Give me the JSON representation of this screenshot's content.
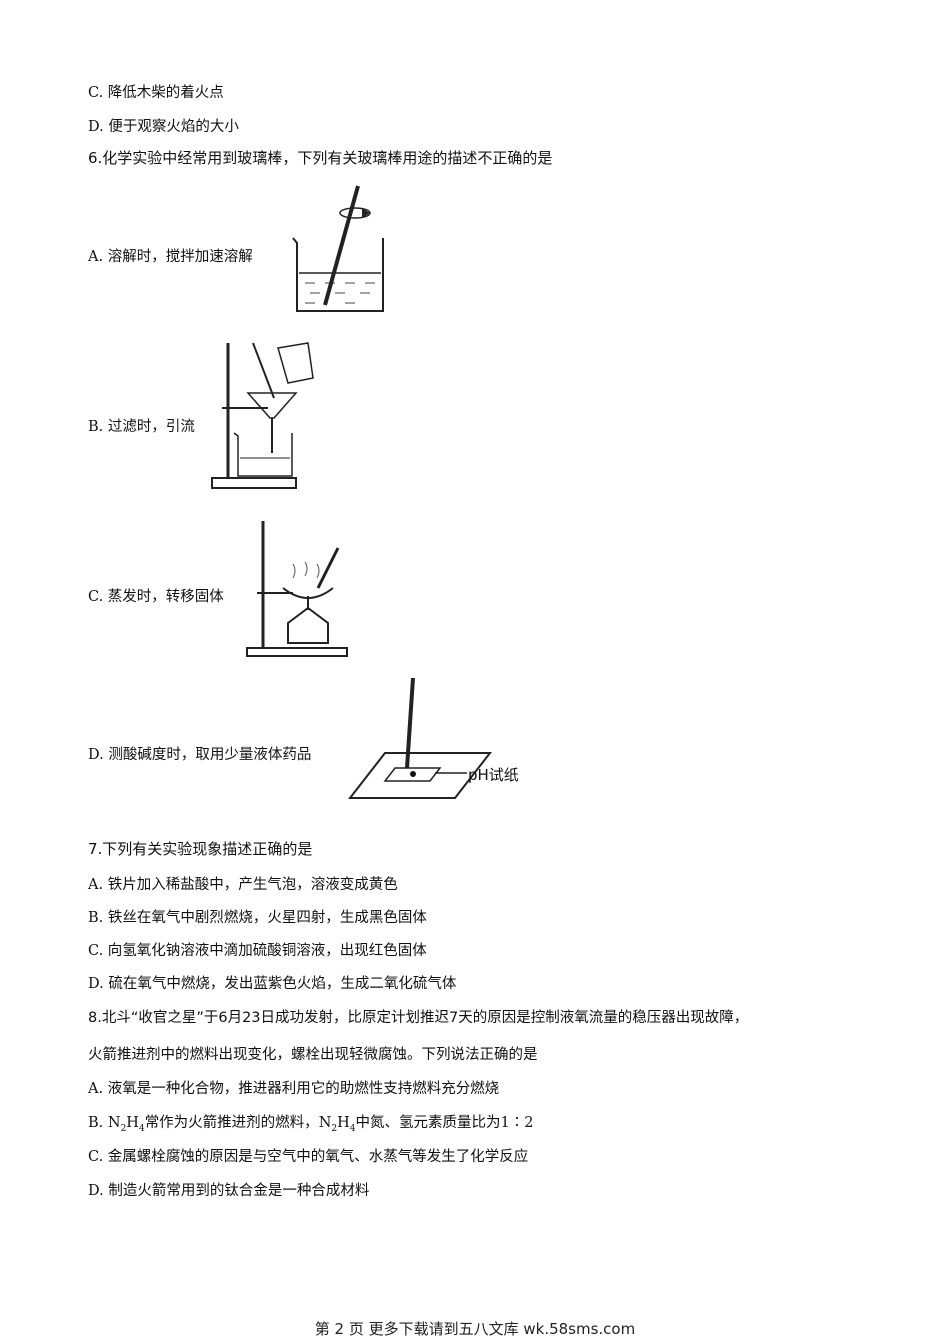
{
  "q5_options": {
    "C": "C.  降低木柴的着火点",
    "D": "D.  便于观察火焰的大小"
  },
  "q6": {
    "stem": "6.化学实验中经常用到玻璃棒，下列有关玻璃棒用途的描述不正确的是",
    "options": {
      "A": "A.  溶解时，搅拌加速溶解",
      "B": "B.  过滤时，引流",
      "C": "C.  蒸发时，转移固体",
      "D": "D.  测酸碱度时，取用少量液体药品"
    },
    "ph_label": "pH试纸"
  },
  "q7": {
    "stem": "7.下列有关实验现象描述正确的是",
    "options": {
      "A": "A.  铁片加入稀盐酸中，产生气泡，溶液变成黄色",
      "B": "B.  铁丝在氧气中剧烈燃烧，火星四射，生成黑色固体",
      "C": "C.  向氢氧化钠溶液中滴加硫酸铜溶液，出现红色固体",
      "D": "D.  硫在氧气中燃烧，发出蓝紫色火焰，生成二氧化硫气体"
    }
  },
  "q8": {
    "stem_line1": "8.北斗“收官之星”于6月23日成功发射，比原定计划推迟7天的原因是控制液氧流量的稳压器出现故障，",
    "stem_line2": "火箭推进剂中的燃料出现变化，螺栓出现轻微腐蚀。下列说法正确的是",
    "options": {
      "A": "A.  液氧是一种化合物，推进器利用它的助燃性支持燃料充分燃烧",
      "B_prefix": "B.  ",
      "B_formula_N": "N",
      "B_sub2": "2",
      "B_formula_H": "H",
      "B_sub4": "4",
      "B_mid": "常作为火箭推进剂的燃料，",
      "B_end": "中氮、氢元素质量比为1∶2",
      "C": "C.  金属螺栓腐蚀的原因是与空气中的氧气、水蒸气等发生了化学反应",
      "D": "D.  制造火箭常用到的钛合金是一种合成材料"
    }
  },
  "footer": "第 2 页 更多下载请到五八文库 wk.58sms.com"
}
